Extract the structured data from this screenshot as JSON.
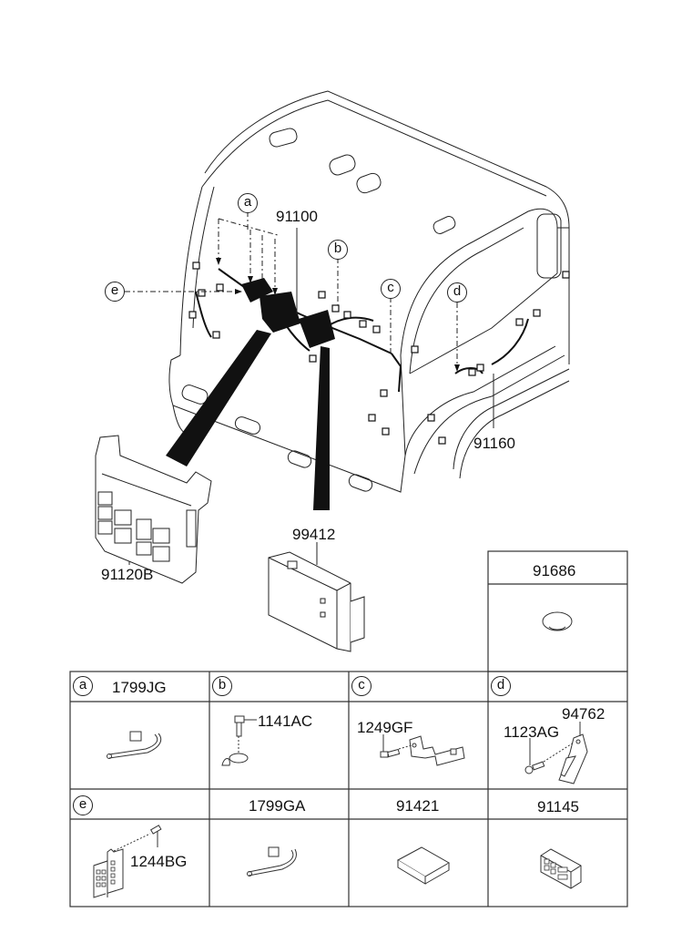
{
  "diagram": {
    "title": "Main Wiring Harness - Cab",
    "callouts": {
      "a": "a",
      "b": "b",
      "c": "c",
      "d": "d",
      "e": "e"
    },
    "part_labels": {
      "main_harness": "91100",
      "cab_harness": "91160",
      "junction_box": "91120B",
      "control_module": "99412",
      "grommet": "91686"
    }
  },
  "parts_table": {
    "single_cell": {
      "part_no": "91686",
      "icon": "grommet-icon"
    },
    "rows": [
      {
        "cells": [
          {
            "callout": "a",
            "part_no": "1799JG",
            "icon": "cable-tie-icon",
            "sub_labels": []
          },
          {
            "callout": "b",
            "part_no": "",
            "icon": "bolt-clip-icon",
            "sub_labels": [
              "1141AC"
            ]
          },
          {
            "callout": "c",
            "part_no": "",
            "icon": "bolt-bracket-icon",
            "sub_labels": [
              "1249GF"
            ]
          },
          {
            "callout": "d",
            "part_no": "",
            "icon": "bolt-bracket-long-icon",
            "sub_labels": [
              "1123AG",
              "94762"
            ]
          }
        ]
      },
      {
        "cells": [
          {
            "callout": "e",
            "part_no": "",
            "icon": "connector-bolt-icon",
            "sub_labels": [
              "1244BG"
            ]
          },
          {
            "callout": "",
            "part_no": "1799GA",
            "icon": "cable-tie-icon",
            "sub_labels": []
          },
          {
            "callout": "",
            "part_no": "91421",
            "icon": "pad-block-icon",
            "sub_labels": []
          },
          {
            "callout": "",
            "part_no": "91145",
            "icon": "connector-housing-icon",
            "sub_labels": []
          }
        ]
      }
    ]
  }
}
